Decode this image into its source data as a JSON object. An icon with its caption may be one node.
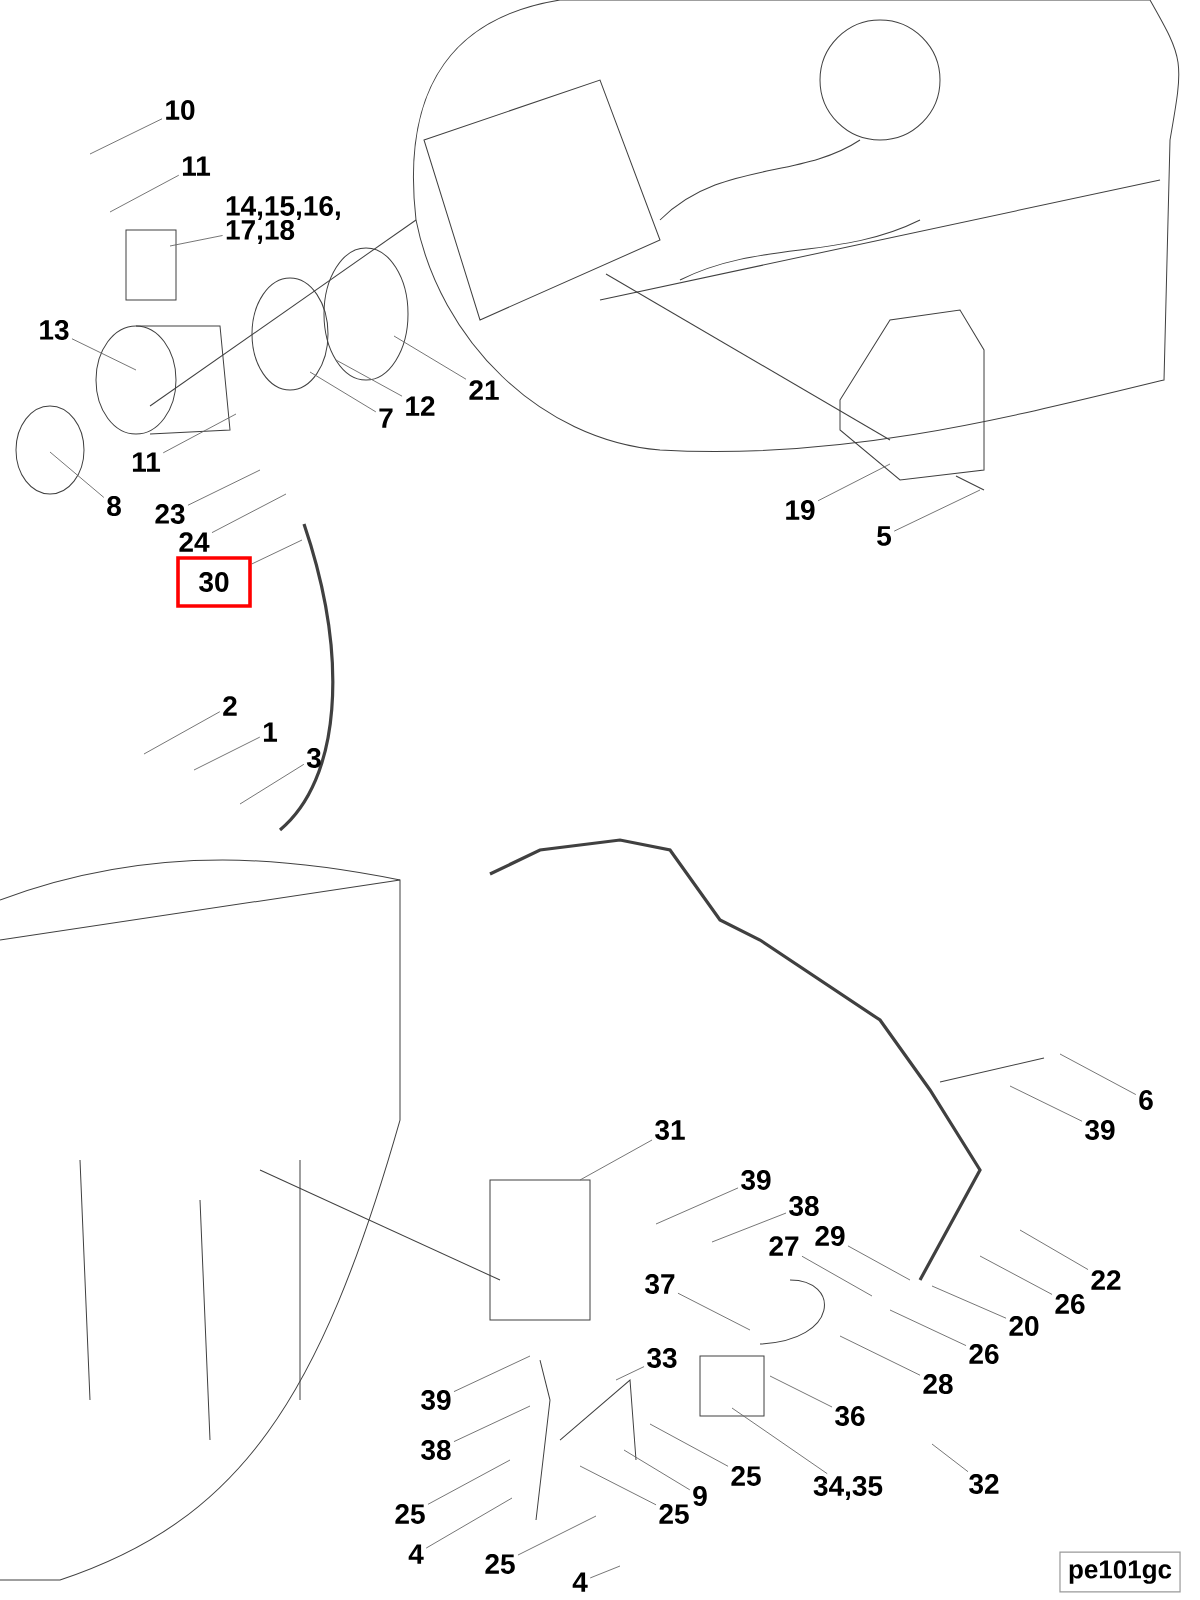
{
  "diagram": {
    "nodes": [
      {
        "text": [
          "10"
        ]
      },
      {
        "text": [
          "11"
        ]
      },
      {
        "text": [
          "14,15,16, 17,18"
        ]
      },
      {
        "text": [
          "13"
        ]
      },
      {
        "text": [
          "21"
        ]
      },
      {
        "text": [
          "12"
        ]
      },
      {
        "text": [
          "7"
        ]
      },
      {
        "text": [
          "11"
        ]
      },
      {
        "text": [
          "8"
        ]
      },
      {
        "text": [
          "23"
        ]
      },
      {
        "text": [
          "24"
        ]
      },
      {
        "text": [
          "30"
        ]
      },
      {
        "text": [
          "19"
        ]
      },
      {
        "text": [
          "5"
        ]
      },
      {
        "text": [
          "2"
        ]
      },
      {
        "text": [
          "1"
        ]
      },
      {
        "text": [
          "3"
        ]
      },
      {
        "text": [
          "6"
        ]
      },
      {
        "text": [
          "39"
        ]
      },
      {
        "text": [
          "31"
        ]
      },
      {
        "text": [
          "39"
        ]
      },
      {
        "text": [
          "38"
        ]
      },
      {
        "text": [
          "27"
        ]
      },
      {
        "text": [
          "29"
        ]
      },
      {
        "text": [
          "22"
        ]
      },
      {
        "text": [
          "26"
        ]
      },
      {
        "text": [
          "20"
        ]
      },
      {
        "text": [
          "37"
        ]
      },
      {
        "text": [
          "26"
        ]
      },
      {
        "text": [
          "28"
        ]
      },
      {
        "text": [
          "33"
        ]
      },
      {
        "text": [
          "39"
        ]
      },
      {
        "text": [
          "36"
        ]
      },
      {
        "text": [
          "38"
        ]
      },
      {
        "text": [
          "25"
        ]
      },
      {
        "text": [
          "34,35"
        ]
      },
      {
        "text": [
          "32"
        ]
      },
      {
        "text": [
          "9"
        ]
      },
      {
        "text": [
          "25"
        ]
      },
      {
        "text": [
          "25"
        ]
      },
      {
        "text": [
          "4"
        ]
      },
      {
        "text": [
          "25"
        ]
      },
      {
        "text": [
          "4"
        ]
      },
      {
        "text": [
          "pe101gc"
        ]
      }
    ],
    "edges": [
      {
        "from": 0,
        "to": null,
        "arrow": "none"
      },
      {
        "from": 1,
        "to": null,
        "arrow": "none"
      },
      {
        "from": 2,
        "to": null,
        "arrow": "none"
      },
      {
        "from": 3,
        "to": null,
        "arrow": "none"
      },
      {
        "from": 4,
        "to": null,
        "arrow": "none"
      },
      {
        "from": 5,
        "to": null,
        "arrow": "none"
      },
      {
        "from": 6,
        "to": null,
        "arrow": "none"
      },
      {
        "from": 7,
        "to": null,
        "arrow": "none"
      },
      {
        "from": 8,
        "to": null,
        "arrow": "none"
      },
      {
        "from": 9,
        "to": null,
        "arrow": "none"
      },
      {
        "from": 10,
        "to": null,
        "arrow": "none"
      },
      {
        "from": 11,
        "to": null,
        "arrow": "none"
      },
      {
        "from": 12,
        "to": null,
        "arrow": "none"
      },
      {
        "from": 13,
        "to": null,
        "arrow": "none"
      },
      {
        "from": 14,
        "to": null,
        "arrow": "none"
      },
      {
        "from": 15,
        "to": null,
        "arrow": "none"
      },
      {
        "from": 16,
        "to": null,
        "arrow": "none"
      },
      {
        "from": 17,
        "to": null,
        "arrow": "none"
      },
      {
        "from": 18,
        "to": null,
        "arrow": "none"
      },
      {
        "from": 19,
        "to": null,
        "arrow": "none"
      },
      {
        "from": 20,
        "to": null,
        "arrow": "none"
      },
      {
        "from": 21,
        "to": null,
        "arrow": "none"
      },
      {
        "from": 22,
        "to": null,
        "arrow": "none"
      },
      {
        "from": 23,
        "to": null,
        "arrow": "none"
      },
      {
        "from": 24,
        "to": null,
        "arrow": "none"
      },
      {
        "from": 25,
        "to": null,
        "arrow": "none"
      },
      {
        "from": 26,
        "to": null,
        "arrow": "none"
      },
      {
        "from": 27,
        "to": null,
        "arrow": "none"
      },
      {
        "from": 28,
        "to": null,
        "arrow": "none"
      },
      {
        "from": 29,
        "to": null,
        "arrow": "none"
      },
      {
        "from": 30,
        "to": null,
        "arrow": "none"
      },
      {
        "from": 31,
        "to": null,
        "arrow": "none"
      },
      {
        "from": 32,
        "to": null,
        "arrow": "none"
      },
      {
        "from": 33,
        "to": null,
        "arrow": "none"
      },
      {
        "from": 34,
        "to": null,
        "arrow": "none"
      },
      {
        "from": 35,
        "to": null,
        "arrow": "none"
      },
      {
        "from": 36,
        "to": null,
        "arrow": "none"
      },
      {
        "from": 37,
        "to": null,
        "arrow": "none"
      },
      {
        "from": 38,
        "to": null,
        "arrow": "none"
      },
      {
        "from": 39,
        "to": null,
        "arrow": "none"
      },
      {
        "from": 40,
        "to": null,
        "arrow": "none"
      },
      {
        "from": 41,
        "to": null,
        "arrow": "none"
      },
      {
        "from": 42,
        "to": null,
        "arrow": "none"
      }
    ]
  }
}
